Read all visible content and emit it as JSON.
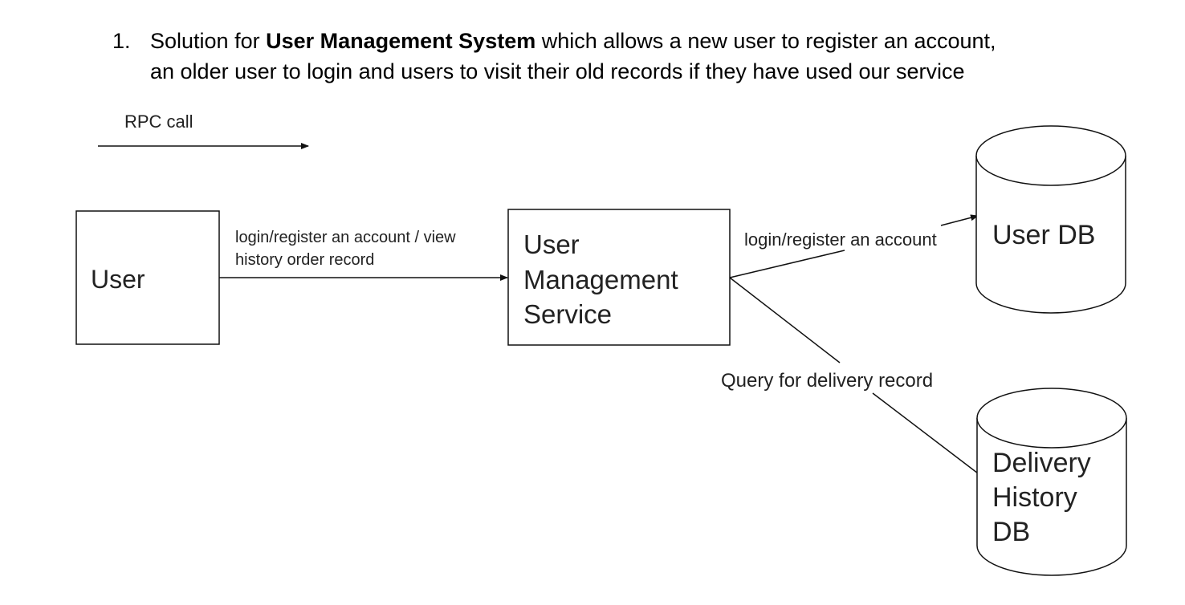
{
  "heading": {
    "number": "1.",
    "pre_bold": "Solution for ",
    "bold": "User Management System",
    "post_bold": " which allows a new user to register an account,",
    "line2": "an older user to login and users to visit their old records if they have used our service"
  },
  "legend": {
    "label": "RPC call"
  },
  "nodes": {
    "user": "User",
    "service_line1": "User",
    "service_line2": "Management",
    "service_line3": "Service",
    "user_db": "User DB",
    "delivery_db_line1": "Delivery",
    "delivery_db_line2": "History",
    "delivery_db_line3": "DB"
  },
  "edges": {
    "user_to_service_line1": "login/register an account / view",
    "user_to_service_line2": "history order record",
    "service_to_userdb": "login/register an account",
    "service_to_deliverydb": "Query for delivery record"
  }
}
